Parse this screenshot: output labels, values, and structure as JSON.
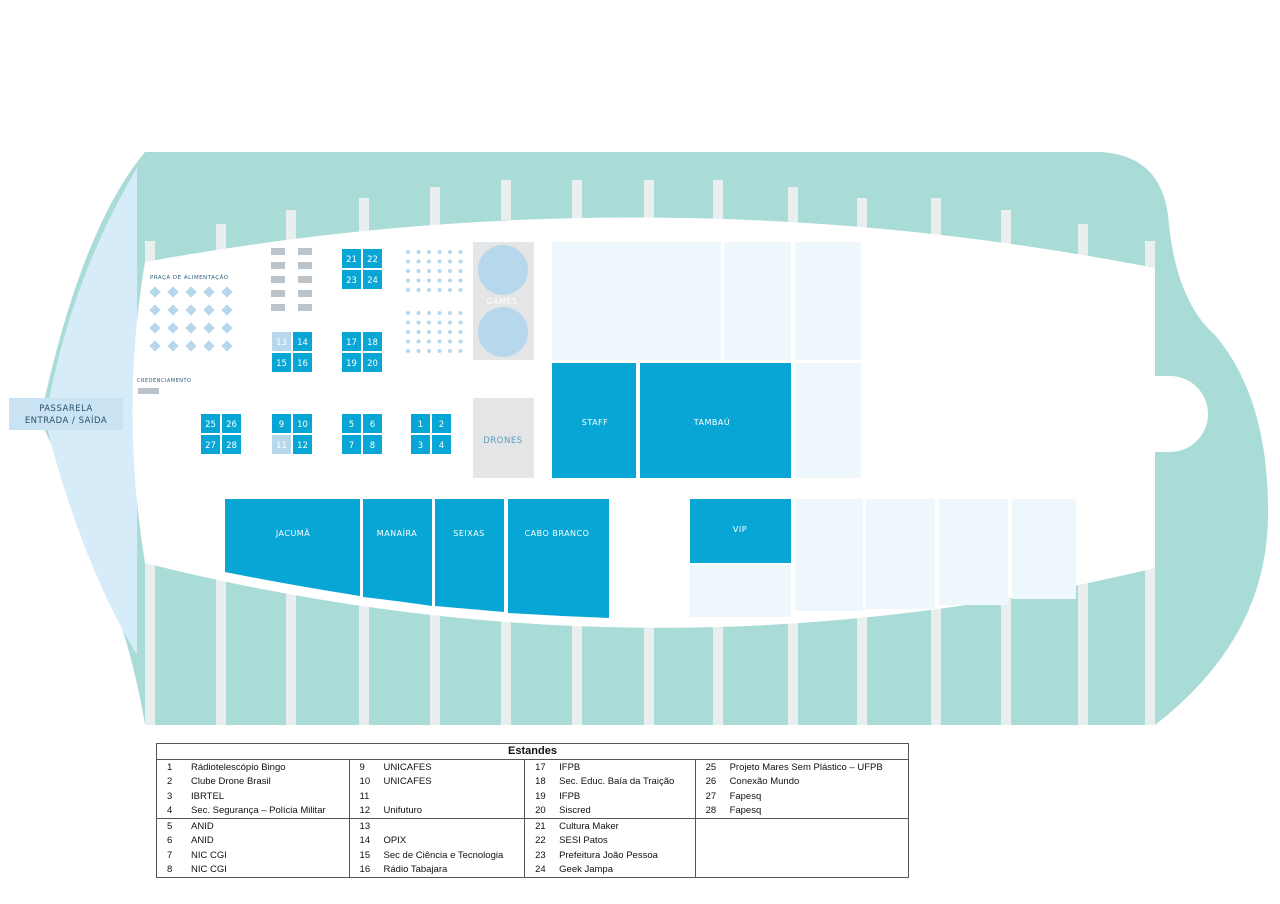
{
  "map": {
    "passarela_line1": "PASSARELA",
    "passarela_line2": "ENTRADA / SAÍDA",
    "praca": "PRAÇA DE ALIMENTAÇÃO",
    "credenciamento": "CREDENCIAMENTO",
    "games": "GAMES",
    "drones": "DRONES",
    "staff": "STAFF",
    "tambau": "TAMBAÚ",
    "jacuma": "JACUMÃ",
    "manaira": "MANAÍRA",
    "seixas": "SEIXAS",
    "cabo_branco": "CABO BRANCO",
    "vip": "VIP",
    "booths": [
      "1",
      "2",
      "3",
      "4",
      "5",
      "6",
      "7",
      "8",
      "9",
      "10",
      "11",
      "12",
      "13",
      "14",
      "15",
      "16",
      "17",
      "18",
      "19",
      "20",
      "21",
      "22",
      "23",
      "24",
      "25",
      "26",
      "27",
      "28"
    ],
    "colors": {
      "pier": "#aadcd7",
      "accent": "#08a6d4",
      "light_booth": "#b7d7ec",
      "pale_area": "#eef7fc",
      "passarela": "#d6ecf8",
      "drones_box": "#e4e5e6"
    }
  },
  "legend": {
    "title": "Estandes",
    "rows": [
      [
        [
          "1",
          "Rádiotelescópio Bingo"
        ],
        [
          "9",
          "UNICAFES"
        ],
        [
          "17",
          "IFPB"
        ],
        [
          "25",
          "Projeto Mares Sem Plástico – UFPB"
        ]
      ],
      [
        [
          "2",
          "Clube Drone Brasil"
        ],
        [
          "10",
          "UNICAFES"
        ],
        [
          "18",
          "Sec. Educ. Baía da Traição"
        ],
        [
          "26",
          "Conexão Mundo"
        ]
      ],
      [
        [
          "3",
          "IBRTEL"
        ],
        [
          "11",
          ""
        ],
        [
          "19",
          "IFPB"
        ],
        [
          "27",
          "Fapesq"
        ]
      ],
      [
        [
          "4",
          "Sec. Segurança – Polícia Militar"
        ],
        [
          "12",
          "Unifuturo"
        ],
        [
          "20",
          "Siscred"
        ],
        [
          "28",
          "Fapesq"
        ]
      ],
      [
        [
          "5",
          "ANID"
        ],
        [
          "13",
          ""
        ],
        [
          "21",
          "Cultura Maker"
        ],
        [
          "",
          ""
        ]
      ],
      [
        [
          "6",
          "ANID"
        ],
        [
          "14",
          "OPIX"
        ],
        [
          "22",
          "SESI Patos"
        ],
        [
          "",
          ""
        ]
      ],
      [
        [
          "7",
          "NIC CGI"
        ],
        [
          "15",
          "Sec de Ciência e Tecnologia"
        ],
        [
          "23",
          "Prefeitura João Pessoa"
        ],
        [
          "",
          ""
        ]
      ],
      [
        [
          "8",
          "NIC CGI"
        ],
        [
          "16",
          "Rádio Tabajara"
        ],
        [
          "24",
          "Geek Jampa"
        ],
        [
          "",
          ""
        ]
      ]
    ]
  }
}
